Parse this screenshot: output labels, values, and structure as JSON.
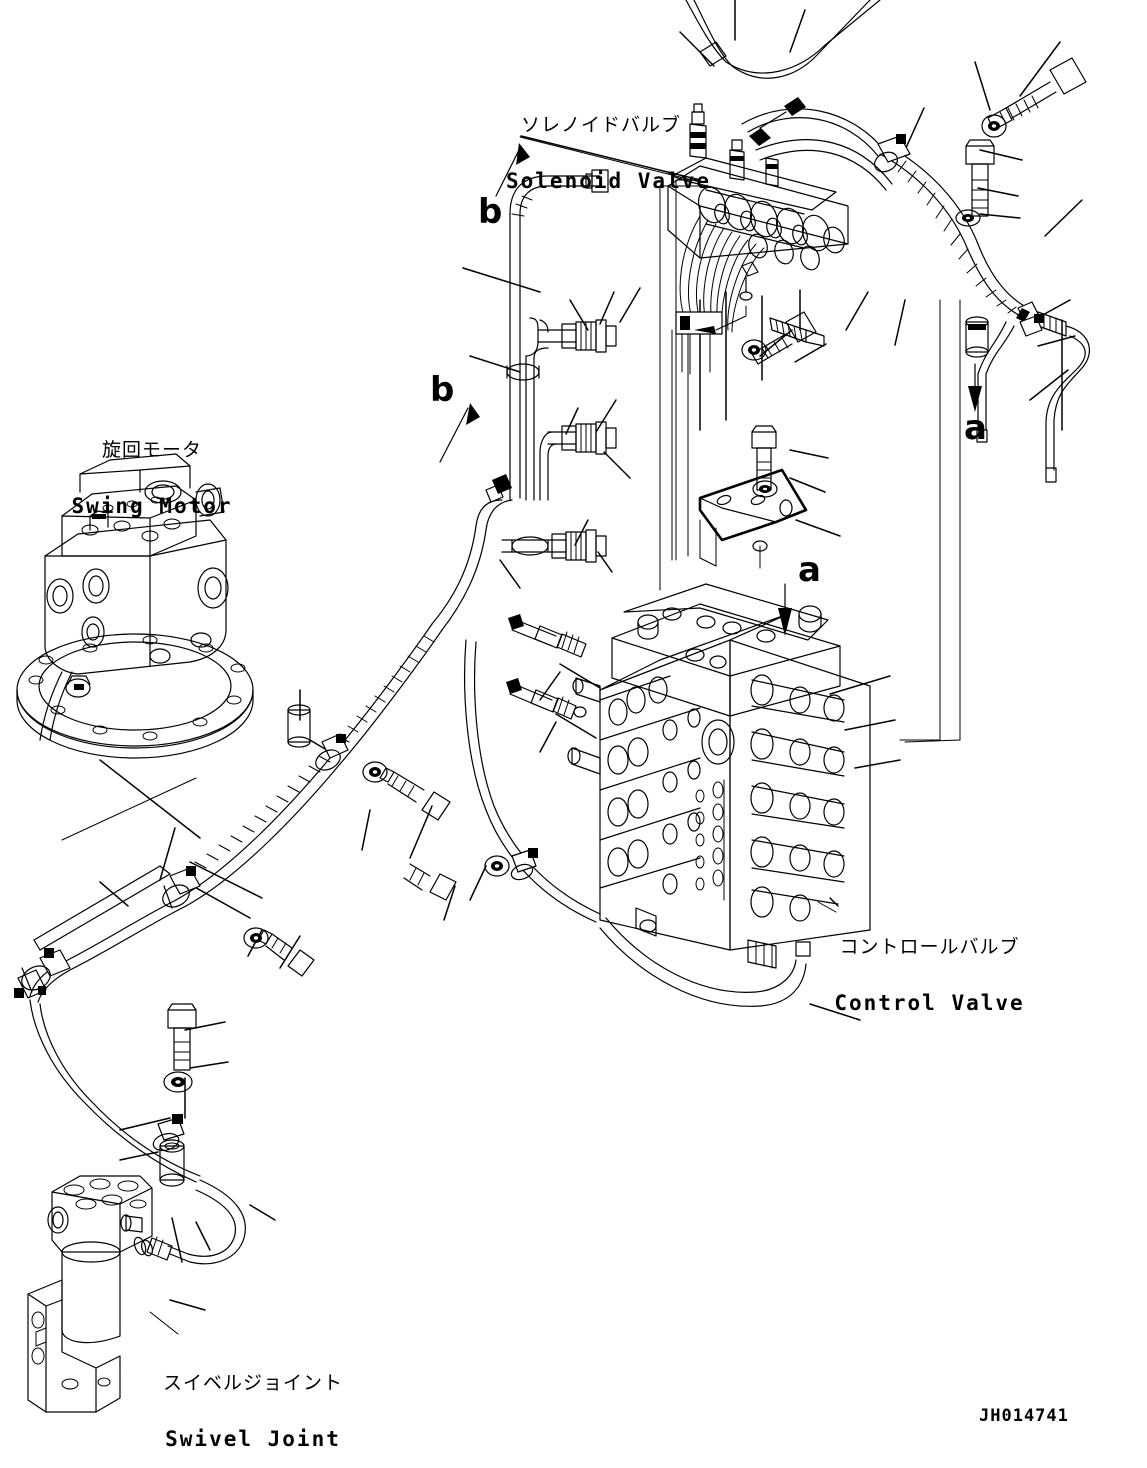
{
  "document": {
    "type": "hydraulic-piping-parts-diagram",
    "drawing_number": "JH014741"
  },
  "callouts": {
    "solenoid_valve": {
      "jp": "ソレノイドバルブ",
      "en": "Solenoid Valve"
    },
    "swing_motor": {
      "jp": "旋回モータ",
      "en": "Swing Motor"
    },
    "control_valve": {
      "jp": "コントロールバルブ",
      "en": "Control Valve"
    },
    "swivel_joint": {
      "jp": "スイベルジョイント",
      "en": "Swivel Joint"
    }
  },
  "section_marks": [
    {
      "id": "b-upper",
      "label": "b"
    },
    {
      "id": "b-lower",
      "label": "b"
    },
    {
      "id": "a-right",
      "label": "a"
    },
    {
      "id": "a-center",
      "label": "a"
    }
  ],
  "colors": {
    "line": "#000000",
    "background": "#ffffff"
  }
}
